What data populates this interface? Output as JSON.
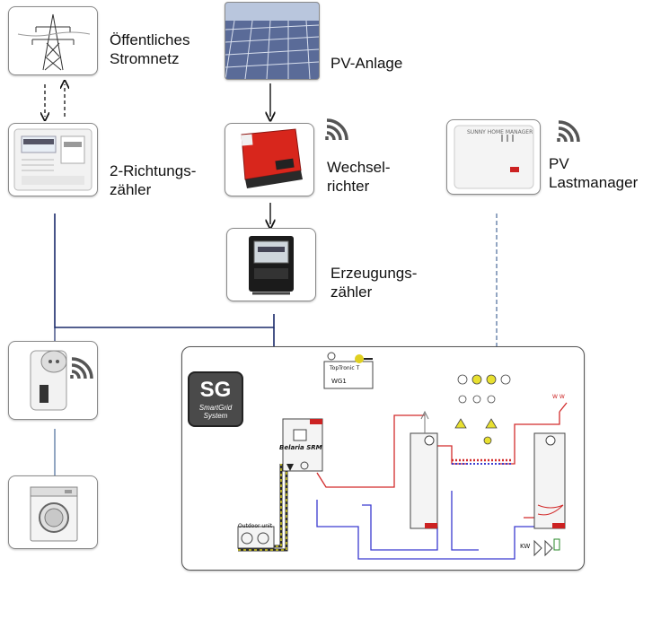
{
  "nodes": {
    "grid": {
      "label": "Öffentliches\nStromnetz"
    },
    "pv": {
      "label": "PV-Anlage"
    },
    "meter_bidirectional": {
      "label": "2-Richtungs-\nzähler"
    },
    "inverter": {
      "label": "Wechsel-\nrichter"
    },
    "load_manager": {
      "label": "PV\nLastmanager",
      "device_text": "SUNNY HOME MANAGER"
    },
    "production_meter": {
      "label": "Erzeugungs-\nzähler"
    },
    "smart_plug": {
      "label": ""
    },
    "washing_machine": {
      "label": ""
    }
  },
  "sg_badge": {
    "title": "SG",
    "subtitle_1": "SmartGrid",
    "subtitle_2": "System"
  },
  "heating_schematic": {
    "controller_name": "Belaria SRM",
    "thermostat_label": "TopTronic T",
    "wg_label": "WG1",
    "ww_label": "W W",
    "kw_label": "KW",
    "outdoor_unit_label": "Outdoor unit"
  },
  "colors": {
    "dc_line": "#1a2a6a",
    "dashed_line": "#4a6a9a",
    "hot_water": "#d22b2b",
    "cold_water": "#3a3ad0",
    "badge_bg": "#4a4a4a",
    "inverter_red": "#d8261c"
  }
}
